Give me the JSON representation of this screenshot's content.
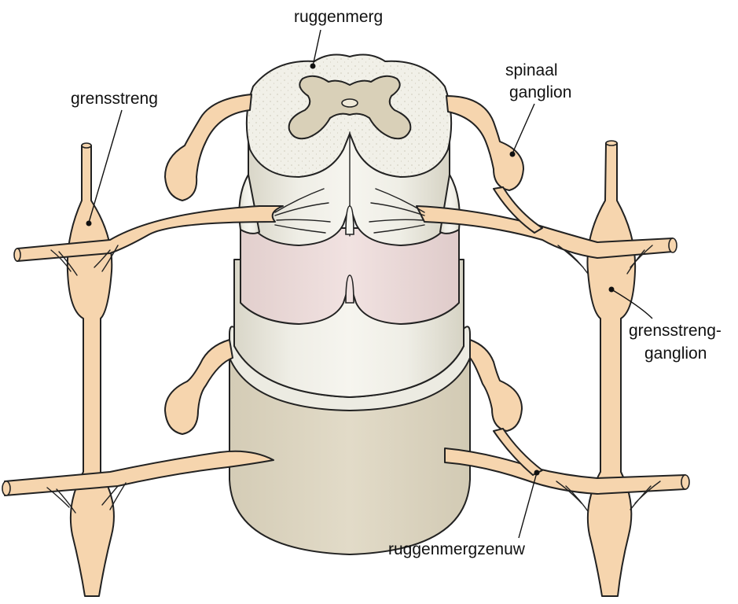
{
  "diagram": {
    "labels": {
      "ruggenmerg": "ruggenmerg",
      "spinaal_line1": "spinaal",
      "spinaal_line2": "ganglion",
      "grensstreng": "grensstreng",
      "grensstreng_ganglion_line1": "grensstreng-",
      "grensstreng_ganglion_line2": "ganglion",
      "ruggenmergzenuw": "ruggenmergzenuw"
    },
    "colors": {
      "nerve": "#f6d5ae",
      "white_matter": "#ecebe0",
      "grey_matter": "#d9d0b8",
      "pink_segment": "#ecdcdb",
      "lower_segment": "#dbd3c0",
      "outline": "#222222"
    }
  }
}
